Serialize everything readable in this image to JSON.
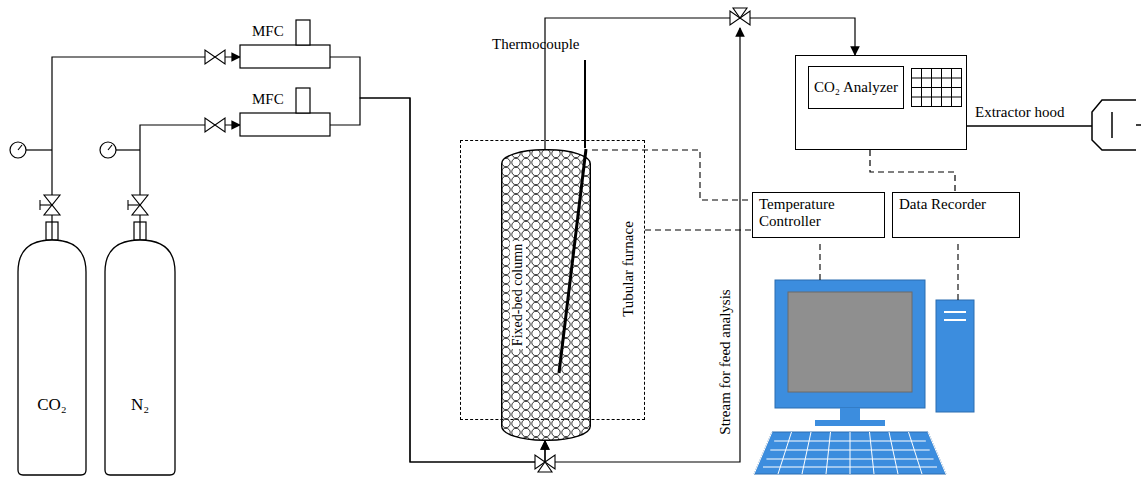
{
  "diagram": {
    "nodes": [
      {
        "text": [
          "CO₂"
        ]
      },
      {
        "text": [
          "N₂"
        ]
      },
      {
        "text": [
          "MFC"
        ]
      },
      {
        "text": [
          "MFC"
        ]
      },
      {
        "text": [
          "Tubular furnace"
        ]
      },
      {
        "text": [
          "Fixed-bed column"
        ],
        "in": 4
      },
      {
        "text": [
          "CO₂ Analyzer"
        ]
      },
      {
        "text": [
          "Temperature Controller"
        ]
      },
      {
        "text": [
          "Data Recorder"
        ]
      }
    ],
    "edges": [
      {
        "from": 0,
        "to": 2,
        "arrow": "to"
      },
      {
        "from": 1,
        "to": 3,
        "arrow": "to"
      },
      {
        "from": 2,
        "to": 5,
        "arrow": "to"
      },
      {
        "from": 3,
        "to": 5,
        "arrow": "to"
      },
      {
        "from": 5,
        "to": 6,
        "arrow": "to"
      },
      {
        "from": 4,
        "to": 7,
        "arrow": "none"
      },
      {
        "from": 6,
        "to": 8,
        "arrow": "none"
      }
    ],
    "labels": [
      "Thermocouple",
      "Stream for feed analysis",
      "Extractor hood"
    ]
  }
}
